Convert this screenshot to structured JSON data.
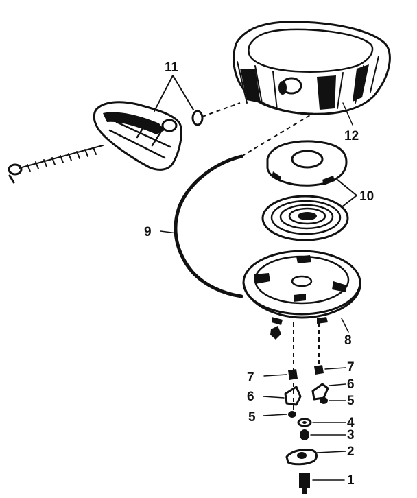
{
  "diagram": {
    "callouts": {
      "c1": "1",
      "c2": "2",
      "c3": "3",
      "c4": "4",
      "c5a": "5",
      "c5b": "5",
      "c6a": "6",
      "c6b": "6",
      "c7a": "7",
      "c7b": "7",
      "c8": "8",
      "c9": "9",
      "c10": "10",
      "c11": "11",
      "c12": "12"
    }
  }
}
